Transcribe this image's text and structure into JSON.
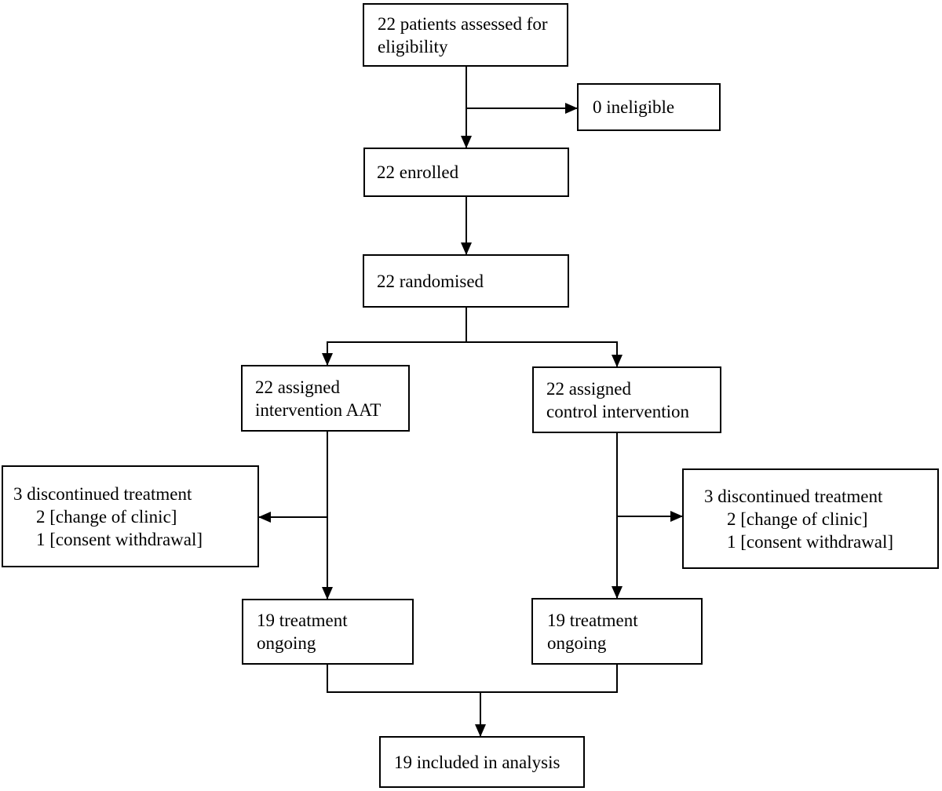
{
  "diagram": {
    "kind": "participant-flow-diagram",
    "nodes": {
      "assessed": {
        "lines": [
          "22 patients assessed for",
          "eligibility"
        ]
      },
      "ineligible": {
        "lines": [
          "0 ineligible"
        ]
      },
      "enrolled": {
        "lines": [
          "22 enrolled"
        ]
      },
      "randomised": {
        "lines": [
          "22 randomised"
        ]
      },
      "assigned_aat": {
        "lines": [
          "22 assigned",
          "intervention AAT"
        ]
      },
      "assigned_control": {
        "lines": [
          "22 assigned",
          "control intervention"
        ]
      },
      "discontinued_aat": {
        "lines": [
          "3 discontinued treatment",
          "2 [change of clinic]",
          "1 [consent withdrawal]"
        ]
      },
      "discontinued_control": {
        "lines": [
          "3 discontinued treatment",
          "2 [change of clinic]",
          "1 [consent withdrawal]"
        ]
      },
      "ongoing_aat": {
        "lines": [
          "19 treatment",
          "ongoing"
        ]
      },
      "ongoing_control": {
        "lines": [
          "19 treatment",
          "ongoing"
        ]
      },
      "analysis": {
        "lines": [
          "19 included in analysis"
        ]
      }
    },
    "edges": [
      {
        "from": "assessed",
        "to": "ineligible"
      },
      {
        "from": "assessed",
        "to": "enrolled"
      },
      {
        "from": "enrolled",
        "to": "randomised"
      },
      {
        "from": "randomised",
        "to": "assigned_aat"
      },
      {
        "from": "randomised",
        "to": "assigned_control"
      },
      {
        "from": "assigned_aat",
        "to": "discontinued_aat"
      },
      {
        "from": "assigned_aat",
        "to": "ongoing_aat"
      },
      {
        "from": "assigned_control",
        "to": "discontinued_control"
      },
      {
        "from": "assigned_control",
        "to": "ongoing_control"
      },
      {
        "from": "ongoing_aat",
        "to": "analysis"
      },
      {
        "from": "ongoing_control",
        "to": "analysis"
      }
    ],
    "colors": {
      "background": "#ffffff",
      "box_border": "#000000",
      "line": "#000000",
      "text": "#000000"
    }
  }
}
